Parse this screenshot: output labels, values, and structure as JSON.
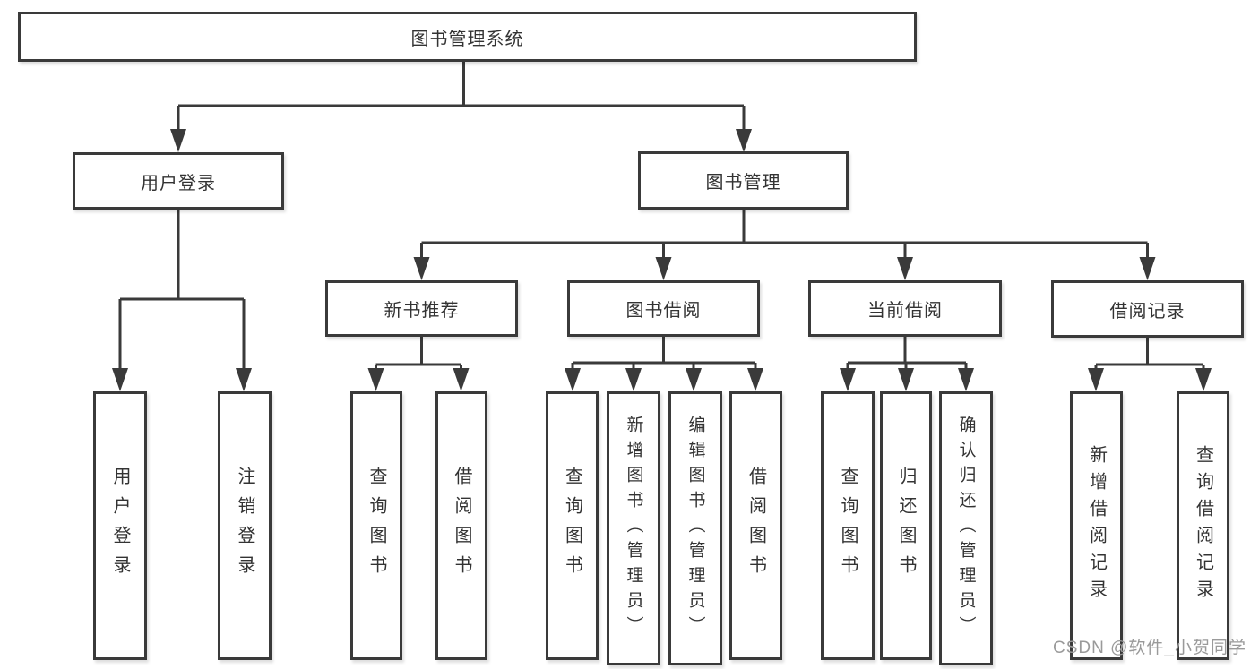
{
  "diagram": {
    "watermark": "CSDN @软件_小贺同学",
    "root": {
      "label": "图书管理系统",
      "children": [
        {
          "label": "用户登录",
          "children": [
            {
              "label": "用户登录"
            },
            {
              "label": "注销登录"
            }
          ]
        },
        {
          "label": "图书管理",
          "children": [
            {
              "label": "新书推荐",
              "children": [
                {
                  "label": "查询图书"
                },
                {
                  "label": "借阅图书"
                }
              ]
            },
            {
              "label": "图书借阅",
              "children": [
                {
                  "label": "查询图书"
                },
                {
                  "label": "新增图书（管理员）"
                },
                {
                  "label": "编辑图书（管理员）"
                },
                {
                  "label": "借阅图书"
                }
              ]
            },
            {
              "label": "当前借阅",
              "children": [
                {
                  "label": "查询图书"
                },
                {
                  "label": "归还图书"
                },
                {
                  "label": "确认归还（管理员）"
                }
              ]
            },
            {
              "label": "借阅记录",
              "children": [
                {
                  "label": "新增借阅记录"
                },
                {
                  "label": "查询借阅记录"
                }
              ]
            }
          ]
        }
      ]
    }
  }
}
